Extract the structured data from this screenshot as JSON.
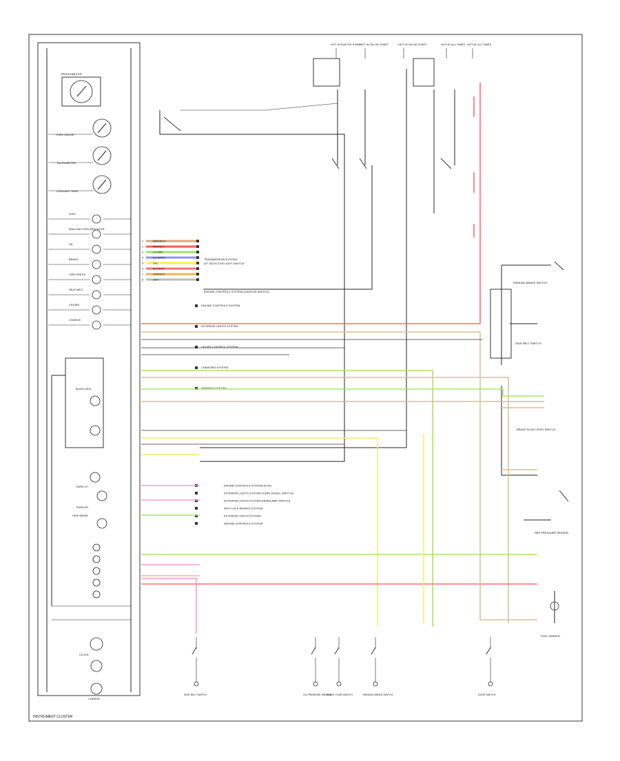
{
  "title": "INSTRUMENT CLUSTER",
  "cluster_labels": {
    "gauge_speedo": "SPEEDOMETER",
    "gauge_fuel": "FUEL GAUGE",
    "gauge_tach": "TACHOMETER",
    "gauge_temp": "COOLANT TEMP",
    "warn_1": "FUEL",
    "warn_2": "MALFUNCTION INDICATOR",
    "warn_3": "OIL",
    "warn_4": "BRAKE",
    "warn_5": "TIRE PRESS",
    "warn_6": "SEAT BELT",
    "warn_7": "CRUISE",
    "warn_8": "CHARGE",
    "module_1": "BLACK BOX",
    "turn_l": "TURN LH",
    "turn_r": "TURN RH",
    "high_beam": "HIGH BEAM",
    "clock": "CLOCK",
    "bottom": "CHARGE"
  },
  "connector_1": [
    {
      "pin": "1",
      "color": "BRN/WHT",
      "hex": "#d9a86c"
    },
    {
      "pin": "2",
      "color": "RED/BLK",
      "hex": "#ff5a5a"
    },
    {
      "pin": "3",
      "color": "LT GRN",
      "hex": "#9be36b"
    },
    {
      "pin": "4",
      "color": "BLU/WHT",
      "hex": "#8f8fff"
    },
    {
      "pin": "5",
      "color": "YEL",
      "hex": "#f7f04a"
    },
    {
      "pin": "6",
      "color": "BLK/RED",
      "hex": "#ff7070"
    },
    {
      "pin": "7",
      "color": "ORN/BLK",
      "hex": "#f7b44a"
    },
    {
      "pin": "8",
      "color": "GRY",
      "hex": "#bbbbbb"
    }
  ],
  "connector_1_text": {
    "a": "TRANSMISSION SYSTEM",
    "b": "A/T SELECTOR LIGHT SWITCH",
    "c": "ENGINE CONTROLS SYSTEM (IGNITION SWITCH)"
  },
  "top_sources": [
    {
      "label": "HOT IN RUN OR START"
    },
    {
      "label": "HOT IN ON OR START"
    },
    {
      "label": "HOT IN ON OR START"
    },
    {
      "label": "HOT AT ALL TIMES"
    },
    {
      "label": "HOT AT ALL TIMES"
    }
  ],
  "component_labels": {
    "parking_brake": "PARKING BRAKE SWITCH",
    "brake_fluid": "BRAKE FLUID LEVEL SWITCH",
    "oil_pressure": "OIL PRESSURE SWITCH",
    "fuel_sender": "FUEL SENDER",
    "seatbelt": "SEAT BELT SWITCH",
    "door": "DOOR SWITCH",
    "tire_sensor": "TIRE PRESSURE SENSOR"
  },
  "connector_2_text": [
    "ENGINE CONTROLS SYSTEM",
    "EXTERIOR LIGHTS SYSTEM",
    "CRUISE CONTROL SYSTEM",
    "CHARGING SYSTEM",
    "WARNING SYSTEM"
  ],
  "connector_3_text": [
    "ENGINE CONTROLS SYSTEM (ECM)",
    "EXTERIOR LIGHTS SYSTEM (TURN SIGNAL SWITCH)",
    "EXTERIOR LIGHTS SYSTEM (HEADLAMP SWITCH)",
    "ANTI-LOCK BRAKES SYSTEM",
    "EXTERIOR LIGHTS SYSTEM",
    "ENGINE CONTROLS SYSTEM"
  ],
  "bottom_labels": [
    "SEAT BELT SWITCH",
    "OIL PRESSURE SWITCH",
    "BRAKE FLUID SWITCH",
    "PARKING BRAKE SWITCH",
    "DOOR SWITCH"
  ],
  "wire_colors": {
    "red": "#ff6b6b",
    "pink": "#ff9ad0",
    "orange": "#ffb27a",
    "yellow": "#f3ee6a",
    "green": "#a7e85a",
    "tan": "#d7c48e",
    "black": "#222222"
  }
}
